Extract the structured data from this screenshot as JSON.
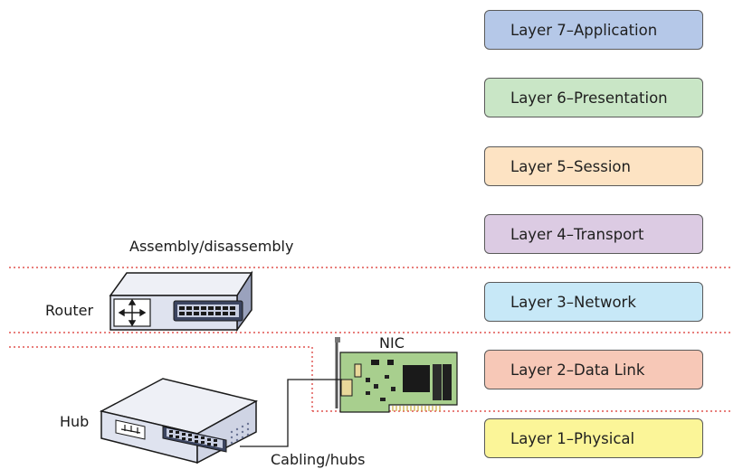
{
  "layers": [
    {
      "label": "Layer 7–Application",
      "color": "#b5c8e8"
    },
    {
      "label": "Layer 6–Presentation",
      "color": "#c9e6c6"
    },
    {
      "label": "Layer 5–Session",
      "color": "#fde3c3"
    },
    {
      "label": "Layer 4–Transport",
      "color": "#dccbe3"
    },
    {
      "label": "Layer 3–Network",
      "color": "#c7e8f7"
    },
    {
      "label": "Layer 2–Data Link",
      "color": "#f7c8b7"
    },
    {
      "label": "Layer 1–Physical",
      "color": "#fbf598"
    }
  ],
  "labels": {
    "assembly": "Assembly/disassembly",
    "router": "Router",
    "nic": "NIC",
    "hub": "Hub",
    "cabling": "Cabling/hubs"
  },
  "colors": {
    "divider": "#d9302c",
    "device_body": "#dfe3ef",
    "device_dark": "#3c4560",
    "nic_board": "#a8cf8e"
  }
}
